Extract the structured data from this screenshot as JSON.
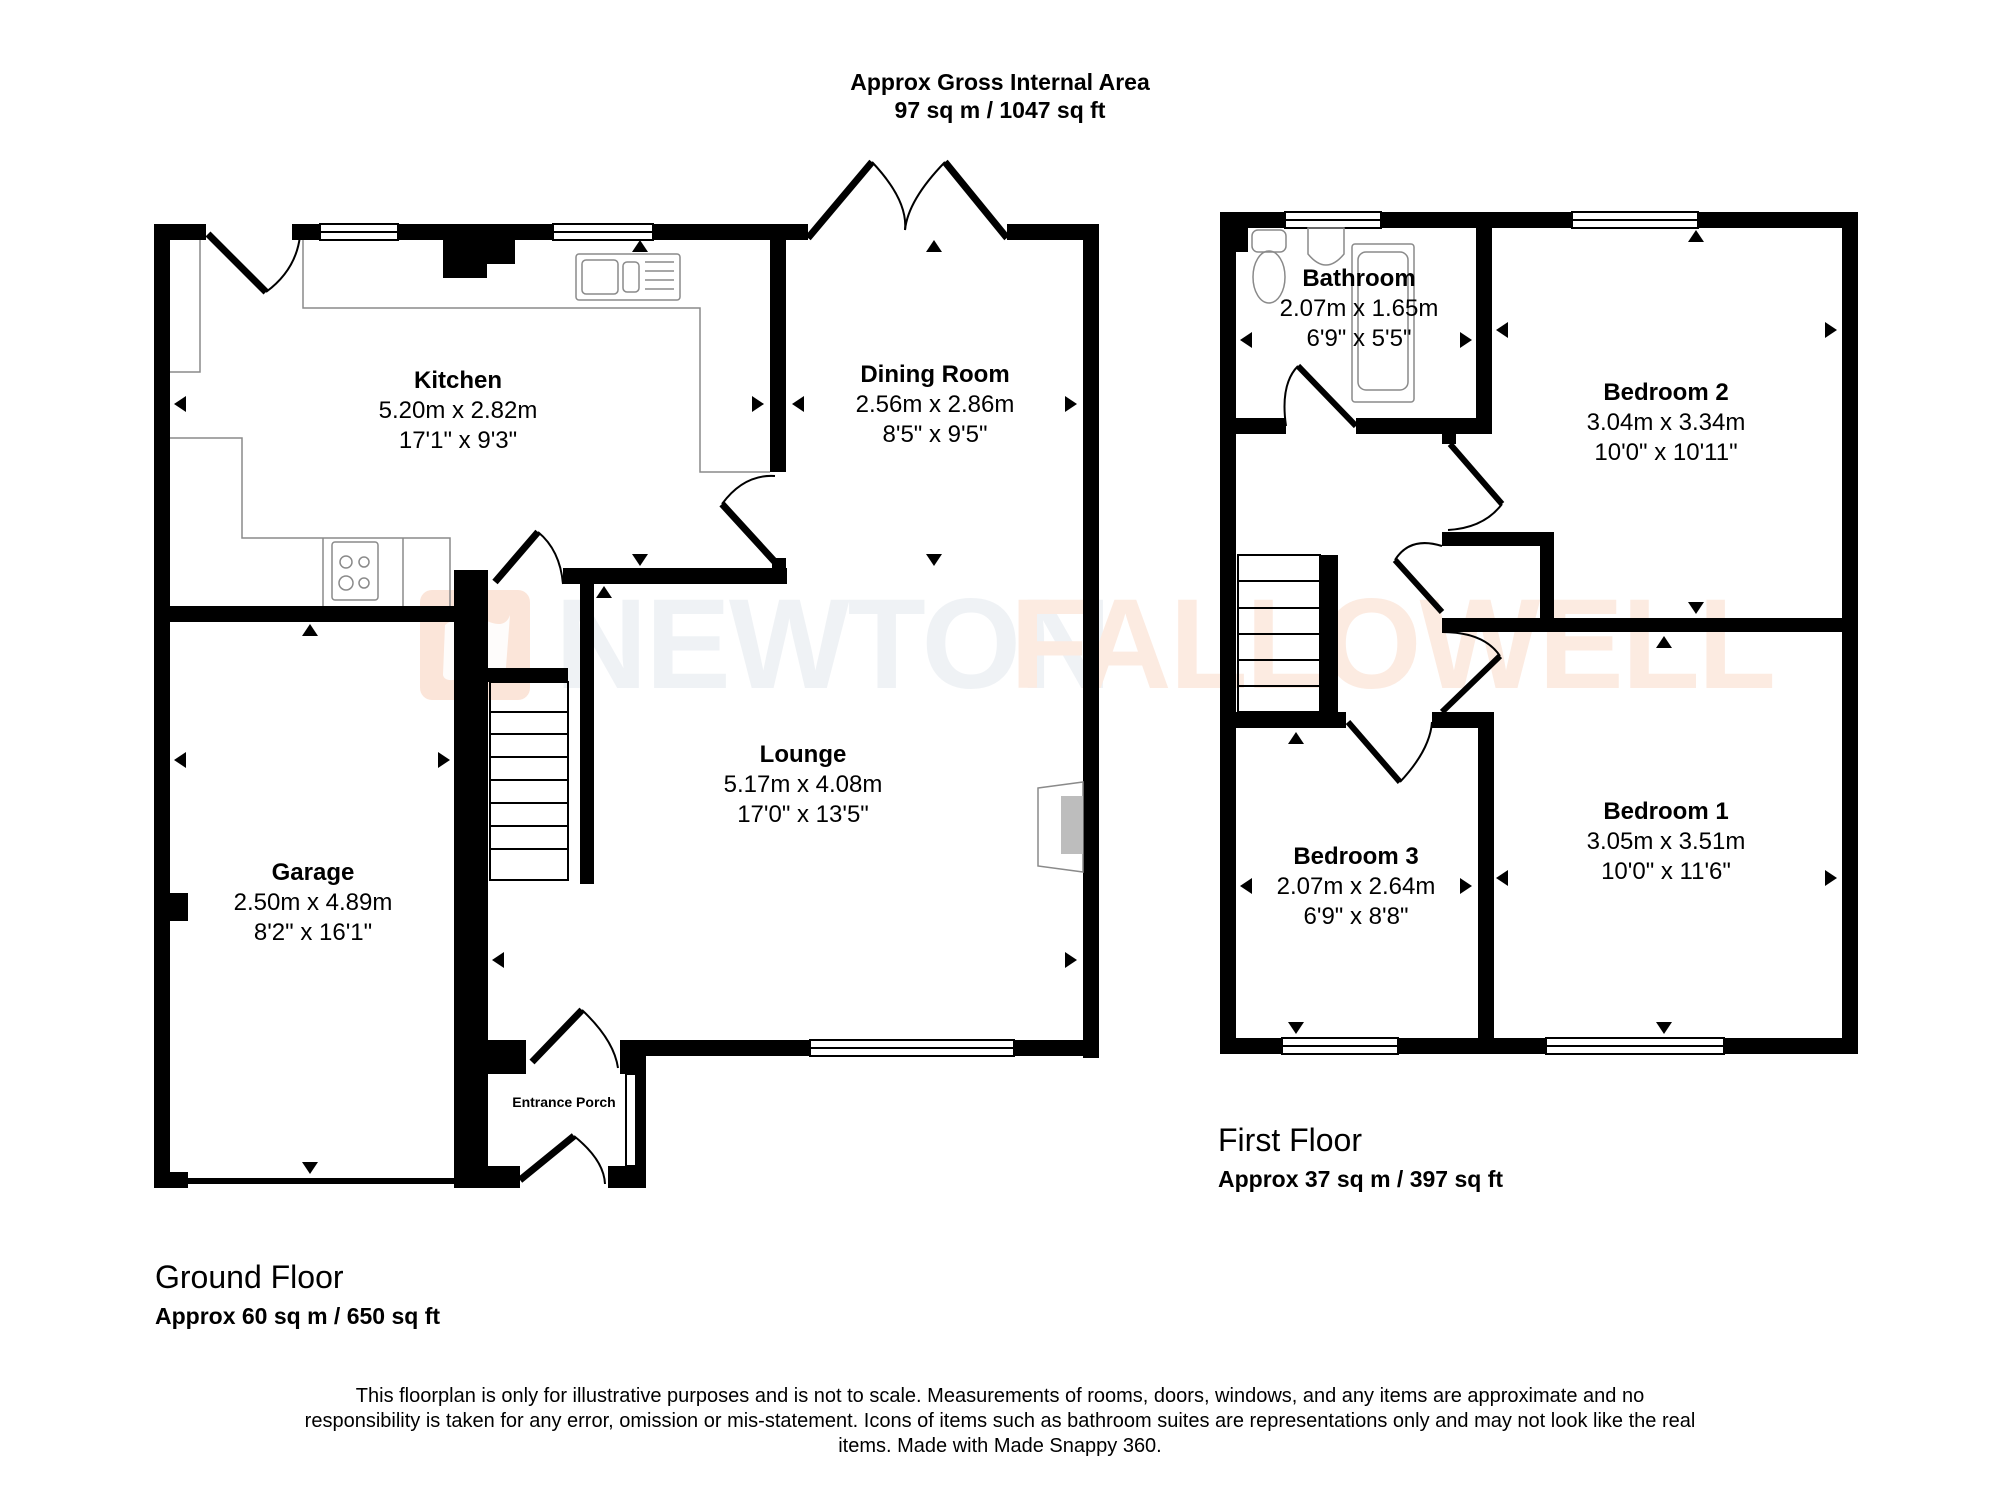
{
  "header": {
    "line1": "Approx Gross Internal Area",
    "line2": "97 sq m / 1047 sq ft"
  },
  "ground_floor": {
    "title": "Ground Floor",
    "area": "Approx 60 sq m / 650 sq ft",
    "rooms": {
      "kitchen": {
        "name": "Kitchen",
        "metric": "5.20m x 2.82m",
        "imperial": "17'1\" x 9'3\""
      },
      "dining": {
        "name": "Dining Room",
        "metric": "2.56m x 2.86m",
        "imperial": "8'5\" x 9'5\""
      },
      "lounge": {
        "name": "Lounge",
        "metric": "5.17m x 4.08m",
        "imperial": "17'0\" x 13'5\""
      },
      "garage": {
        "name": "Garage",
        "metric": "2.50m x 4.89m",
        "imperial": "8'2\" x 16'1\""
      },
      "porch": {
        "name": "Entrance Porch"
      }
    }
  },
  "first_floor": {
    "title": "First Floor",
    "area": "Approx 37 sq m / 397 sq ft",
    "rooms": {
      "bathroom": {
        "name": "Bathroom",
        "metric": "2.07m x 1.65m",
        "imperial": "6'9\" x 5'5\""
      },
      "bedroom2": {
        "name": "Bedroom 2",
        "metric": "3.04m x 3.34m",
        "imperial": "10'0\" x 10'11\""
      },
      "bedroom1": {
        "name": "Bedroom 1",
        "metric": "3.05m x 3.51m",
        "imperial": "10'0\" x 11'6\""
      },
      "bedroom3": {
        "name": "Bedroom 3",
        "metric": "2.07m x 2.64m",
        "imperial": "6'9\" x 8'8\""
      }
    }
  },
  "watermark": {
    "part1": "NEWTON",
    "part2": "FALLOWELL",
    "color1": "#c9d3de",
    "color2": "#f6b896",
    "logo_color": "#f2a37a"
  },
  "disclaimer": "This floorplan is only for illustrative purposes and is not to scale. Measurements of rooms, doors, windows, and any items are approximate and no responsibility is taken for any error, omission or mis-statement. Icons of items such as bathroom suites are representations only and may not look like the real items. Made with Made Snappy 360.",
  "colors": {
    "wall": "#000000",
    "fixture_line": "#8a8a8a",
    "background": "#ffffff"
  }
}
